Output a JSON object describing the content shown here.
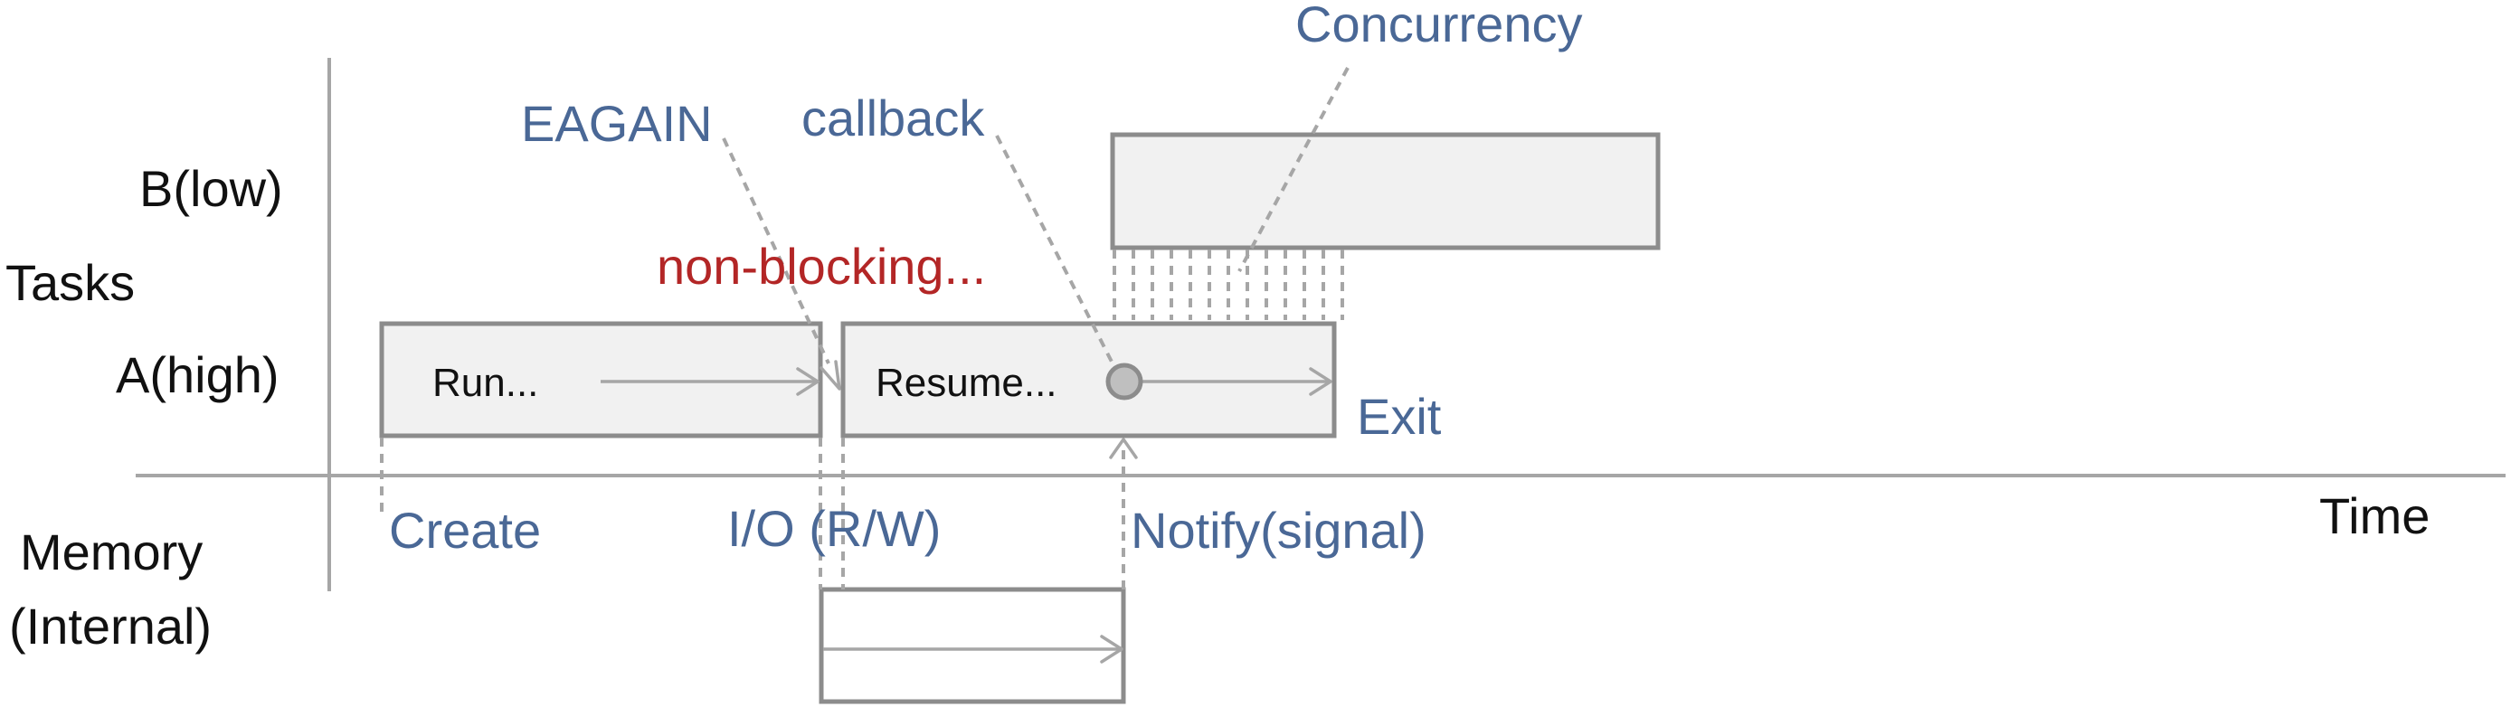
{
  "axes": {
    "y_label": "Tasks",
    "x_label": "Time"
  },
  "rows": {
    "b_low": "B(low)",
    "a_high": "A(high)",
    "memory_line1": "Memory",
    "memory_line2": "(Internal)"
  },
  "tasks": {
    "a_first_label": "Run...",
    "a_second_label": "Resume..."
  },
  "annotations": {
    "concurrency": "Concurrency",
    "eagain": "EAGAIN",
    "callback": "callback",
    "non_blocking": "non-blocking...",
    "exit": "Exit",
    "create": "Create",
    "io_rw": "I/O (R/W)",
    "notify_signal": "Notify(signal)"
  },
  "colors": {
    "annotation_blue": "#4a6896",
    "annotation_red": "#b32626",
    "box_fill": "#f1f1f1",
    "line_gray": "#a6a6a6"
  }
}
